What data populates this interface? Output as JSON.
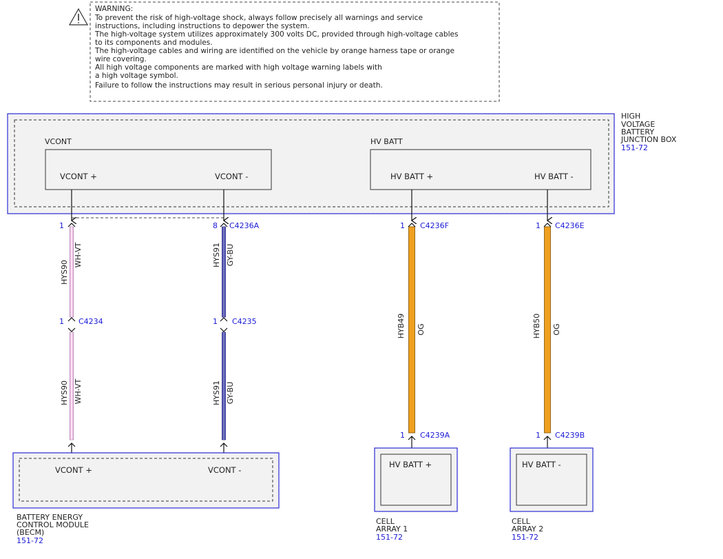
{
  "warning": {
    "title": "WARNING:",
    "lines": [
      "To prevent the risk of high-voltage shock, always follow precisely all warnings and service",
      "instructions, including instructions to depower the system.",
      "The high-voltage system utilizes approximately 300 volts DC, provided through high-voltage cables",
      "to its components and modules.",
      "The high-voltage cables and wiring are identified on the vehicle by orange harness tape or orange",
      "wire covering.",
      "All high voltage components are marked with high voltage warning labels with",
      "a high voltage symbol.",
      "Failure to follow the instructions may result in serious personal injury or death."
    ]
  },
  "junction_box": {
    "name_lines": [
      "HIGH",
      "VOLTAGE",
      "BATTERY",
      "JUNCTION BOX"
    ],
    "ref": "151-72",
    "vcont_group": "VCONT",
    "vcont_plus": "VCONT +",
    "vcont_minus": "VCONT -",
    "hvbatt_group": "HV BATT",
    "hvbatt_plus": "HV BATT +",
    "hvbatt_minus": "HV BATT -"
  },
  "wires": {
    "w1": {
      "top_pin": "1",
      "mid_pin": "1",
      "mid_conn": "C4234",
      "circuit": "HYS90",
      "color": "WH-VT"
    },
    "w2": {
      "top_pin": "8",
      "top_conn": "C4236A",
      "mid_pin": "1",
      "mid_conn": "C4235",
      "circuit": "HYS91",
      "color": "GY-BU"
    },
    "w3": {
      "top_pin": "1",
      "top_conn": "C4236F",
      "bottom_pin": "1",
      "bottom_conn": "C4239A",
      "circuit": "HYB49",
      "color": "OG"
    },
    "w4": {
      "top_pin": "1",
      "top_conn": "C4236E",
      "bottom_pin": "1",
      "bottom_conn": "C4239B",
      "circuit": "HYB50",
      "color": "OG"
    }
  },
  "becm": {
    "vcont_plus": "VCONT +",
    "vcont_minus": "VCONT -",
    "name_lines": [
      "BATTERY ENERGY",
      "CONTROL MODULE",
      "(BECM)"
    ],
    "ref": "151-72"
  },
  "cell1": {
    "label": "HV BATT +",
    "name_lines": [
      "CELL",
      "ARRAY 1"
    ],
    "ref": "151-72"
  },
  "cell2": {
    "label": "HV BATT -",
    "name_lines": [
      "CELL",
      "ARRAY 2"
    ],
    "ref": "151-72"
  },
  "colors": {
    "module_border": "#2b2bd6",
    "module_fill": "#f2f2f2",
    "wire_pink": "#f0b8e0",
    "wire_blue": "#4a4ab8",
    "wire_orange": "#f0a020",
    "label_blue": "#1a1ad6"
  }
}
